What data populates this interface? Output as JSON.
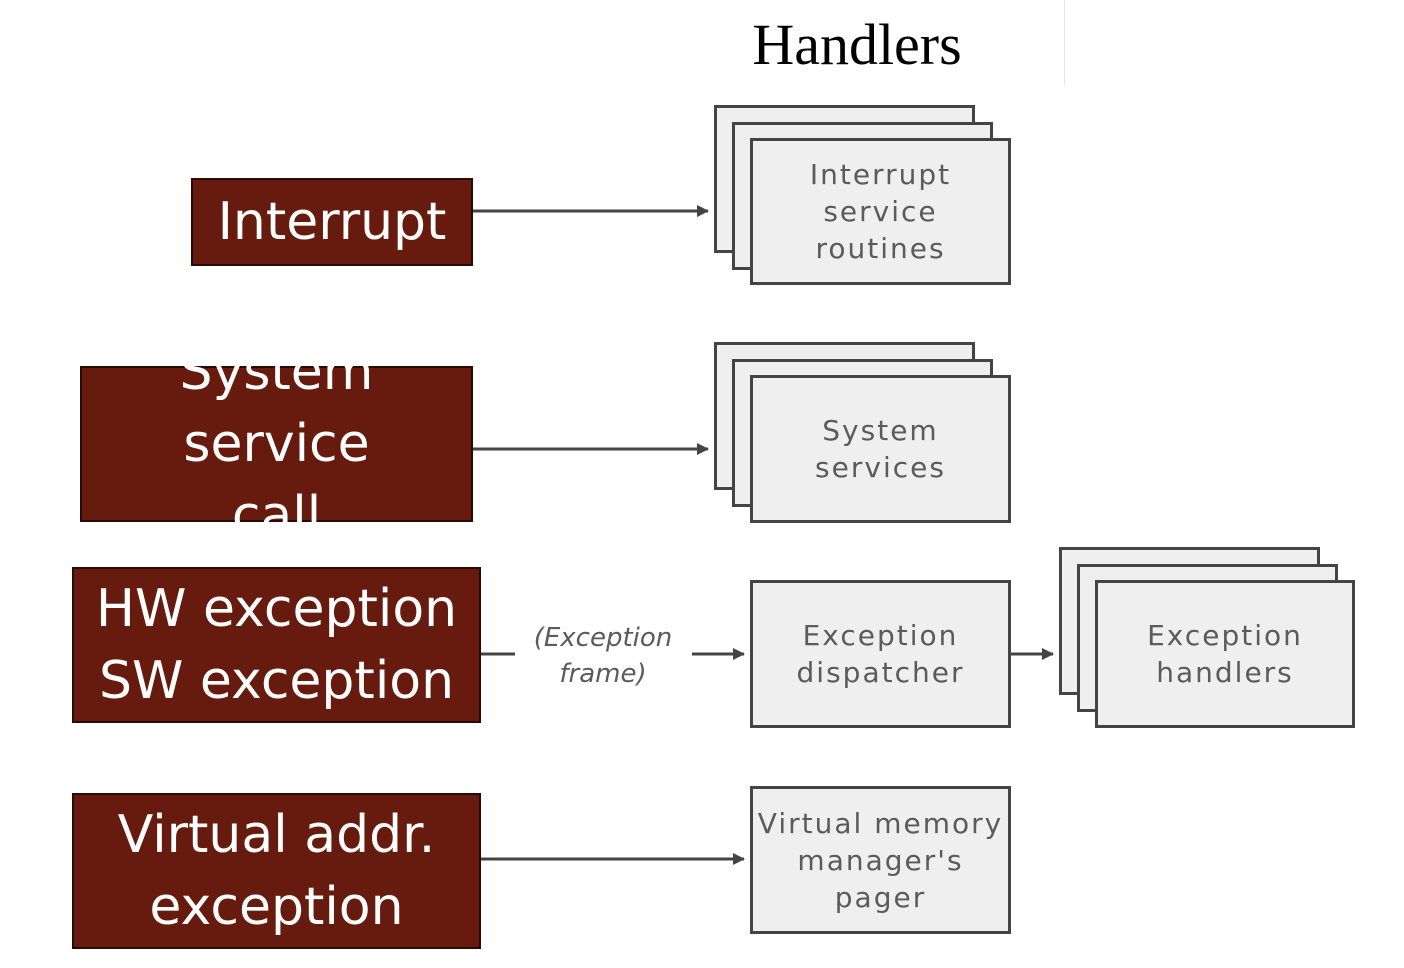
{
  "title": "Handlers",
  "sources": {
    "interrupt": "Interrupt",
    "system_service_call": "System service\ncall",
    "hw_sw_exception": "HW exception\nSW exception",
    "virtual_addr_exception": "Virtual addr.\nexception"
  },
  "handlers": {
    "interrupt_service_routines": "Interrupt\nservice\nroutines",
    "system_services": "System\nservices",
    "exception_dispatcher": "Exception\ndispatcher",
    "exception_handlers": "Exception\nhandlers",
    "vm_pager": "Virtual memory\nmanager's\npager"
  },
  "edge_labels": {
    "exception_frame": "(Exception\nframe)"
  },
  "colors": {
    "source_fill": "#671b0e",
    "handler_fill": "#efefef",
    "line": "#444444"
  }
}
